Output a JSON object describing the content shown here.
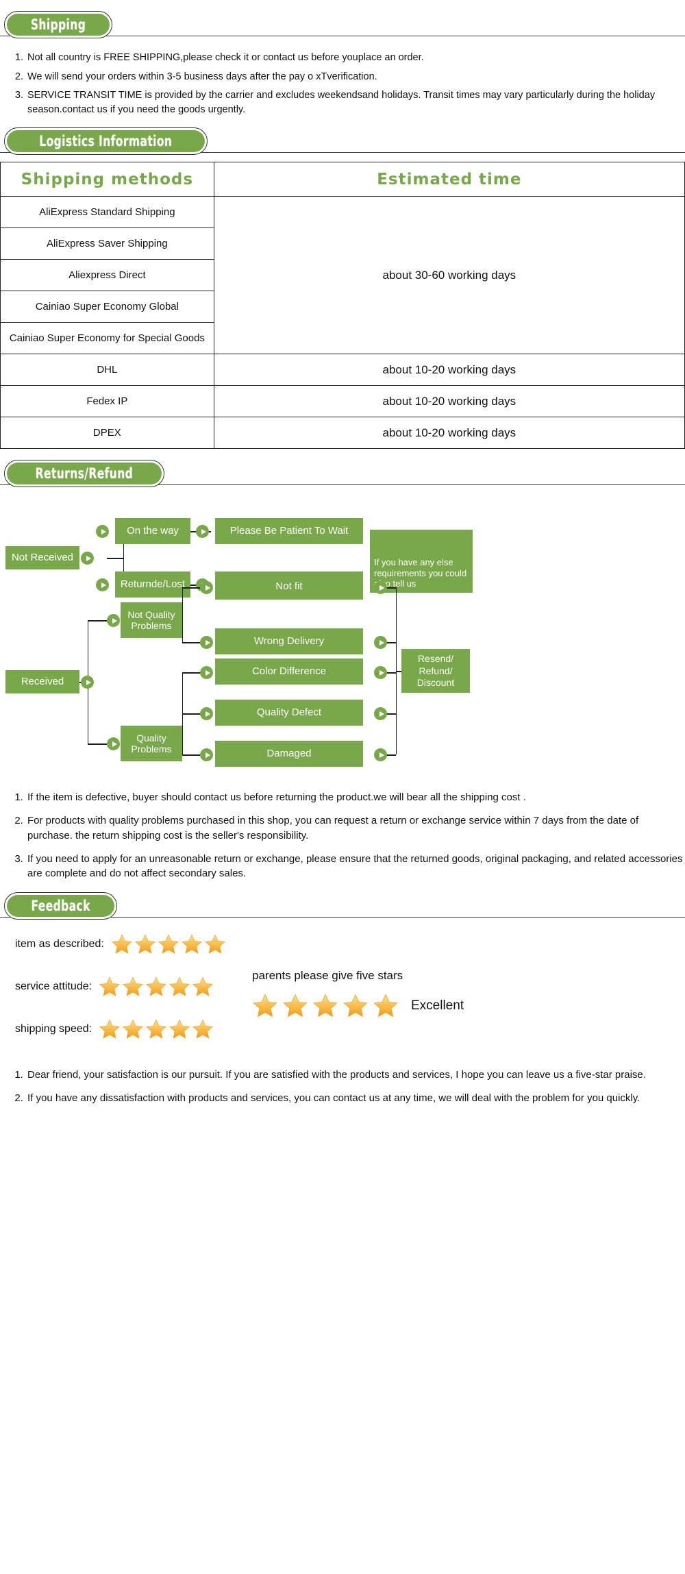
{
  "sections": {
    "shipping": {
      "title": "Shipping",
      "notes": [
        "Not all country is FREE SHIPPING,please check it or contact us before youplace an order.",
        "We will send your orders within 3-5 business days after the pay o xTverification.",
        "SERVICE TRANSIT TIME is provided by the carrier and excludes weekendsand holidays. Transit times may vary particularly during the holiday season.contact us if you need the goods urgently."
      ]
    },
    "logistics": {
      "title": "Logistics  Information",
      "headers": [
        "Shipping  methods",
        "Estimated  time"
      ],
      "rows": [
        {
          "method": "AliExpress Standard Shipping",
          "time": "about 30-60 working days"
        },
        {
          "method": "AliExpress Saver Shipping",
          "time": ""
        },
        {
          "method": "Aliexpress Direct",
          "time": ""
        },
        {
          "method": "Cainiao Super Economy Global",
          "time": ""
        },
        {
          "method": "Cainiao Super Economy for Special Goods",
          "time": ""
        },
        {
          "method": "DHL",
          "time": "about 10-20 working days"
        },
        {
          "method": "Fedex IP",
          "time": "about 10-20 working days"
        },
        {
          "method": "DPEX",
          "time": "about 10-20 working days"
        }
      ],
      "grouped_time": "about 30-60 working days"
    },
    "returns": {
      "title": "Returns/Refund",
      "flow": {
        "not_received": "Not Received",
        "on_the_way": "On the way",
        "please_wait": "Please Be Patient To Wait",
        "returnde_lost": "Returnde/Lost",
        "resend_refund": "Resend/Refund",
        "any_else": "If you have any else requirements you could also tell us",
        "received": "Received",
        "not_quality": "Not Quality Problems",
        "quality": "Quality Problems",
        "not_fit": "Not fit",
        "wrong_delivery": "Wrong Delivery",
        "color_difference": "Color Difference",
        "quality_defect": "Quality Defect",
        "damaged": "Damaged",
        "resend_refund_discount": "Resend/ Refund/ Discount"
      },
      "notes": [
        "If the item is defective, buyer should contact us before returning the product.we will bear all the shipping cost .",
        "For products with quality problems purchased in this shop, you can request a return or exchange service within 7 days from the date of purchase. the return shipping cost is the seller's responsibility.",
        "If you need to apply for an unreasonable return or exchange, please ensure that the returned goods, original packaging, and related accessories are complete and do not affect secondary sales."
      ]
    },
    "feedback": {
      "title": "Feedback",
      "ratings": [
        {
          "label": "item as described:",
          "stars": 5
        },
        {
          "label": "service attitude:",
          "stars": 5
        },
        {
          "label": "shipping speed:",
          "stars": 5
        }
      ],
      "side_heading": "parents please give five stars",
      "side_stars": 5,
      "side_caption": "Excellent",
      "notes": [
        "Dear friend, your satisfaction is our pursuit. If you are satisfied with the products and services, I hope you can leave us a five-star praise.",
        "If you have any dissatisfaction with products and services, you can contact us at any time, we will deal with the problem for you quickly."
      ]
    }
  },
  "colors": {
    "green": "#79a84b",
    "star_gold": "#f5a623"
  }
}
